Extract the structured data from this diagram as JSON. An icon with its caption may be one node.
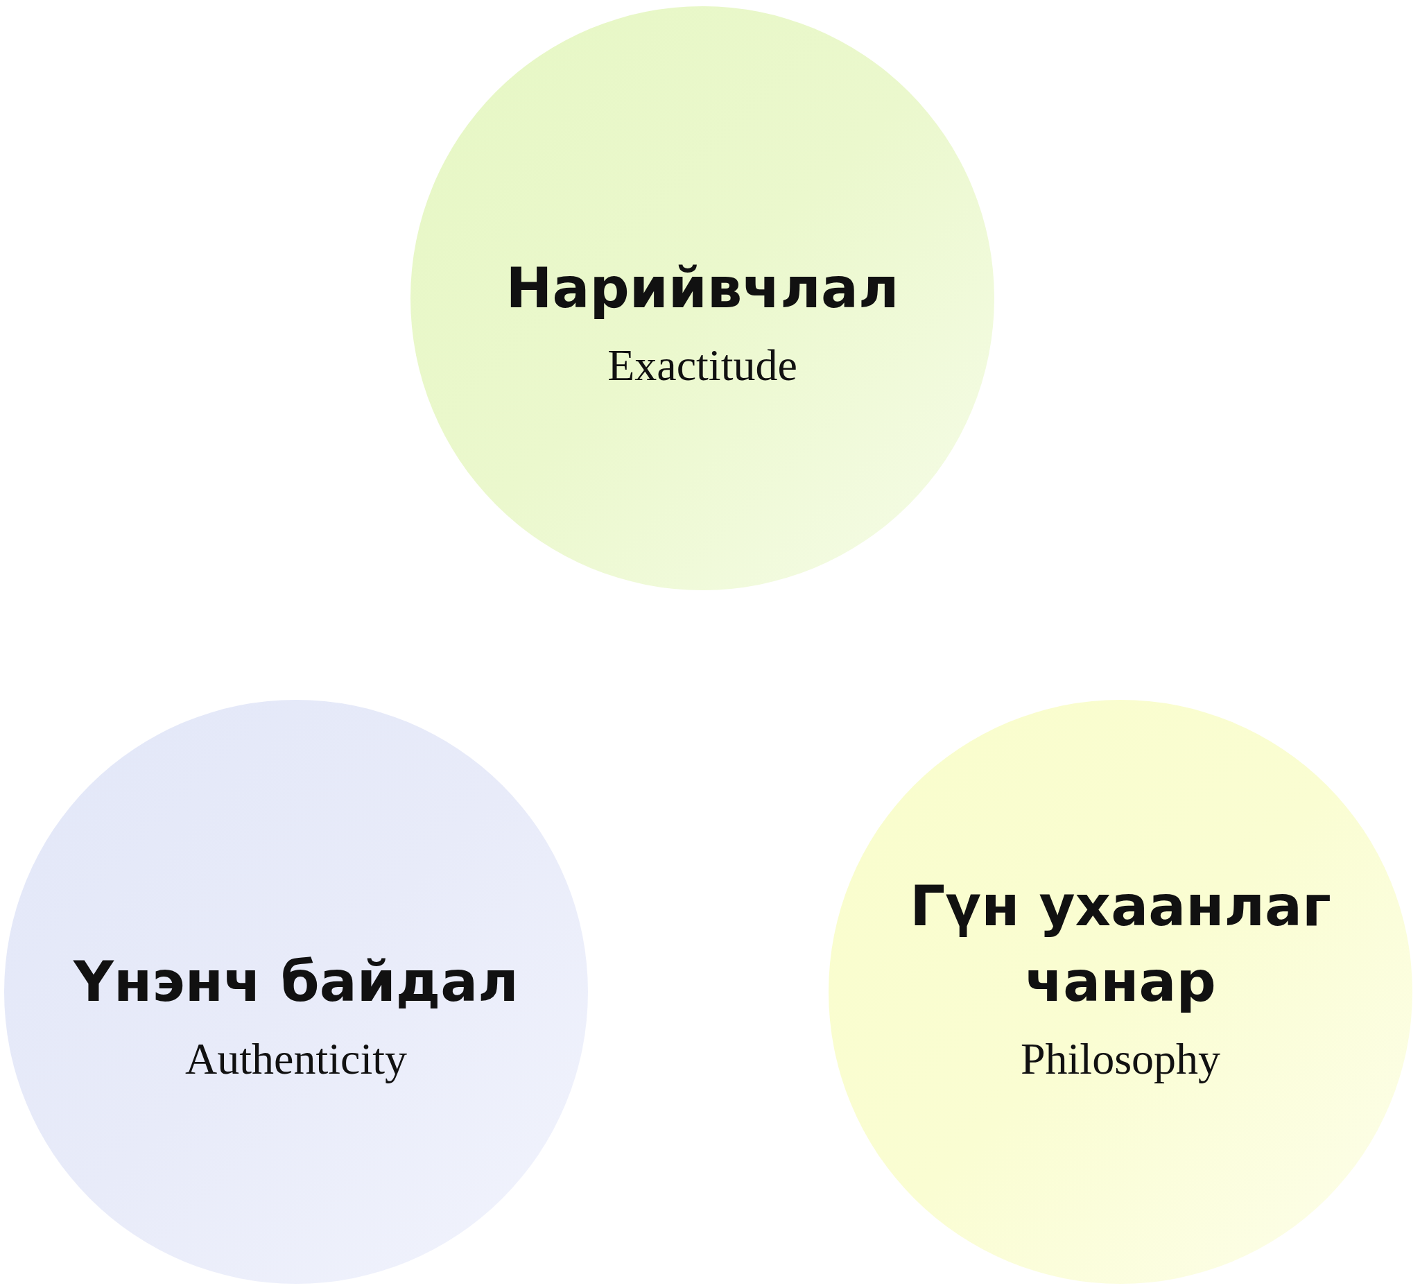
{
  "diagram": {
    "nodes": [
      {
        "text": [
          "Нарийвчлал",
          "Exactitude"
        ]
      },
      {
        "text": [
          "Үнэнч байдал",
          "Authenticity"
        ]
      },
      {
        "text": [
          "Гүн ухаанлаг чанар",
          "Philosophy"
        ]
      }
    ]
  }
}
